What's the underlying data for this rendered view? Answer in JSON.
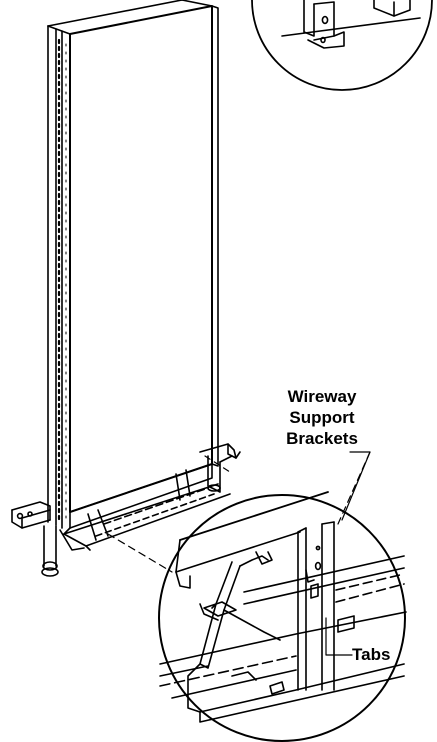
{
  "callouts": {
    "wireway_line1": "Wireway",
    "wireway_line2": "Support",
    "wireway_line3": "Brackets",
    "tabs": "Tabs"
  }
}
